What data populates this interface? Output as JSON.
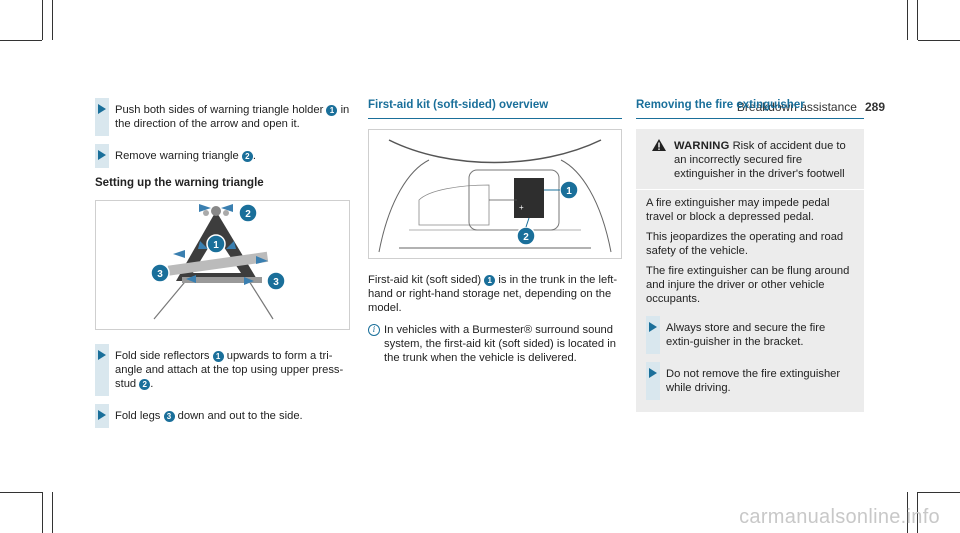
{
  "header": {
    "title": "Breakdown assistance",
    "page_number": "289"
  },
  "col1": {
    "step1": {
      "text_a": "Push both sides of warning triangle holder",
      "badge": "1",
      "text_b": "in the direction of the arrow and open it."
    },
    "step2": {
      "text_a": "Remove warning triangle",
      "badge": "2",
      "text_b": "."
    },
    "subheading": "Setting up the warning triangle",
    "figure_labels": [
      "1",
      "2",
      "3",
      "3"
    ],
    "step3": {
      "text_a": "Fold side reflectors",
      "badge": "1",
      "text_b": "upwards to form a tri-angle and attach at the top using upper press-stud",
      "badge2": "2",
      "text_c": "."
    },
    "step4": {
      "text_a": "Fold legs",
      "badge": "3",
      "text_b": "down and out to the side."
    }
  },
  "col2": {
    "title": "First-aid kit (soft-sided) overview",
    "figure_labels": [
      "1",
      "2"
    ],
    "para": {
      "text_a": "First-aid kit (soft sided)",
      "badge": "1",
      "text_b": "is in the trunk in the left-hand or right-hand storage net, depending on the model."
    },
    "note": "In vehicles with a Burmester® surround sound system, the first-aid kit (soft sided) is located in the trunk when the vehicle is delivered."
  },
  "col3": {
    "title": "Removing the fire extinguisher",
    "warning": {
      "label": "WARNING",
      "headline": "Risk of accident due to an incorrectly secured fire extinguisher in the driver's footwell",
      "paras": [
        "A fire extinguisher may impede pedal travel or block a depressed pedal.",
        "This jeopardizes the operating and road safety of the vehicle.",
        "The fire extinguisher can be flung around and injure the driver or other vehicle occupants."
      ],
      "steps": [
        "Always store and secure the fire extin-guisher in the bracket.",
        "Do not remove the fire extinguisher while driving."
      ]
    }
  },
  "watermark": "carmanualsonline.info",
  "colors": {
    "accent": "#1a6f9a",
    "step_bar": "#d9e7ee",
    "warning_bg": "#ececec"
  }
}
